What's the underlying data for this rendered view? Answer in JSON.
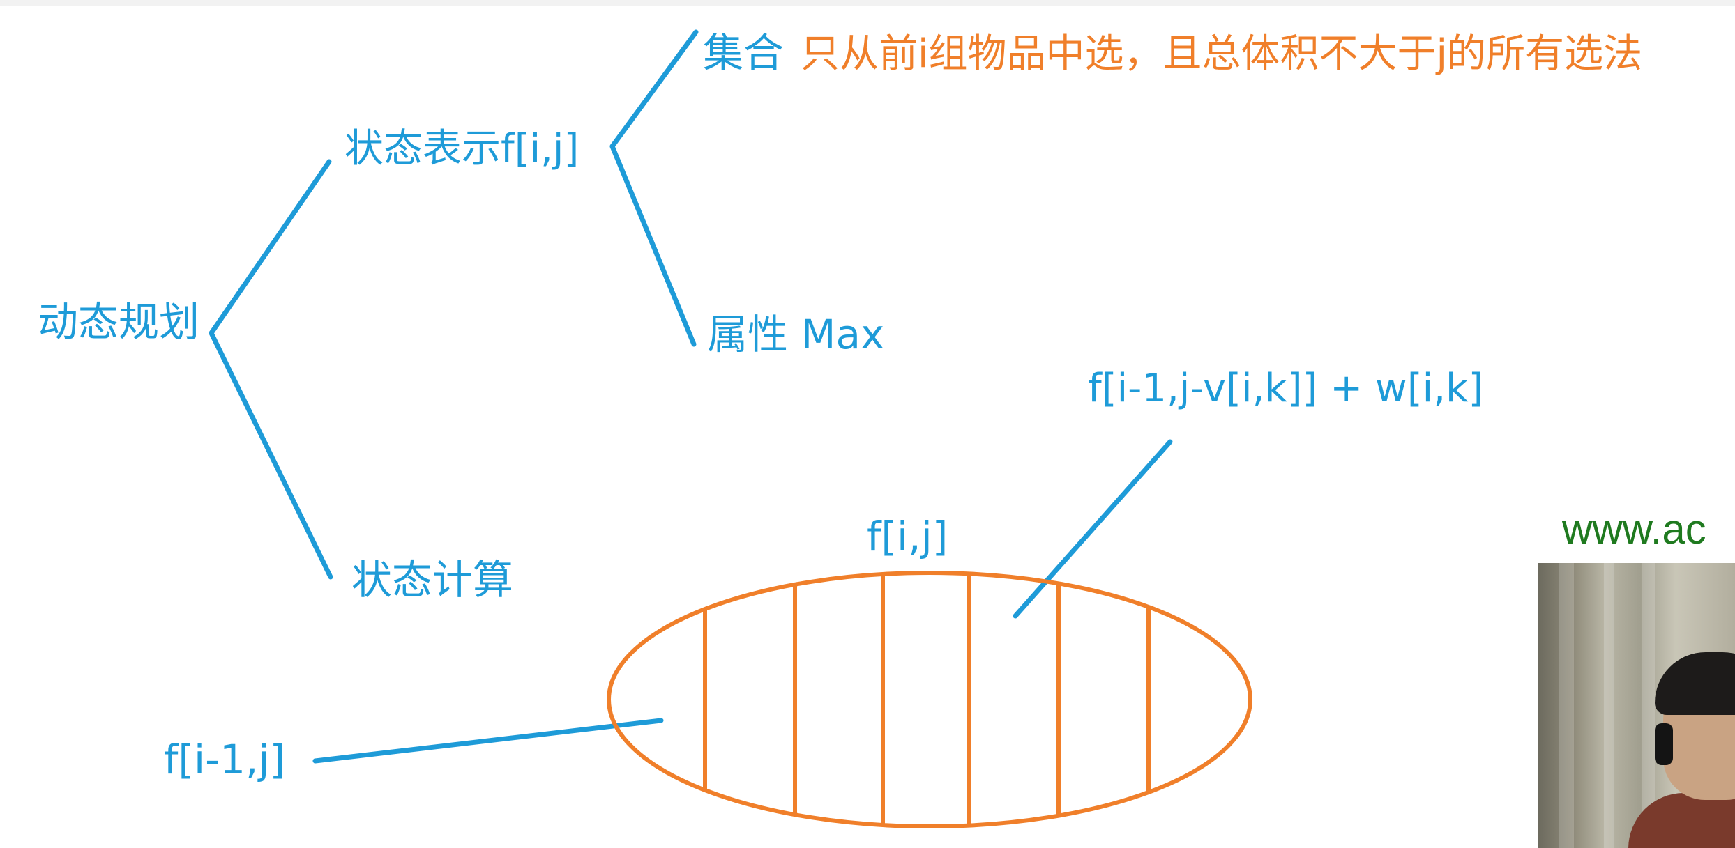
{
  "diagram": {
    "root": "动态规划",
    "state_repr": "状态表示f[i,j]",
    "set_label": "集合",
    "set_desc": "只从前i组物品中选，且总体积不大于j的所有选法",
    "attr_label": "属性 Max",
    "state_calc": "状态计算",
    "set_name": "f[i,j]",
    "left_label": "f[i-1,j]",
    "right_label": "f[i-1,j-v[i,k]] + w[i,k]"
  },
  "watermark": "www.ac",
  "colors": {
    "blue": "#1e9bd8",
    "orange": "#f07f2a",
    "watermark_green": "#1f7a1f"
  }
}
